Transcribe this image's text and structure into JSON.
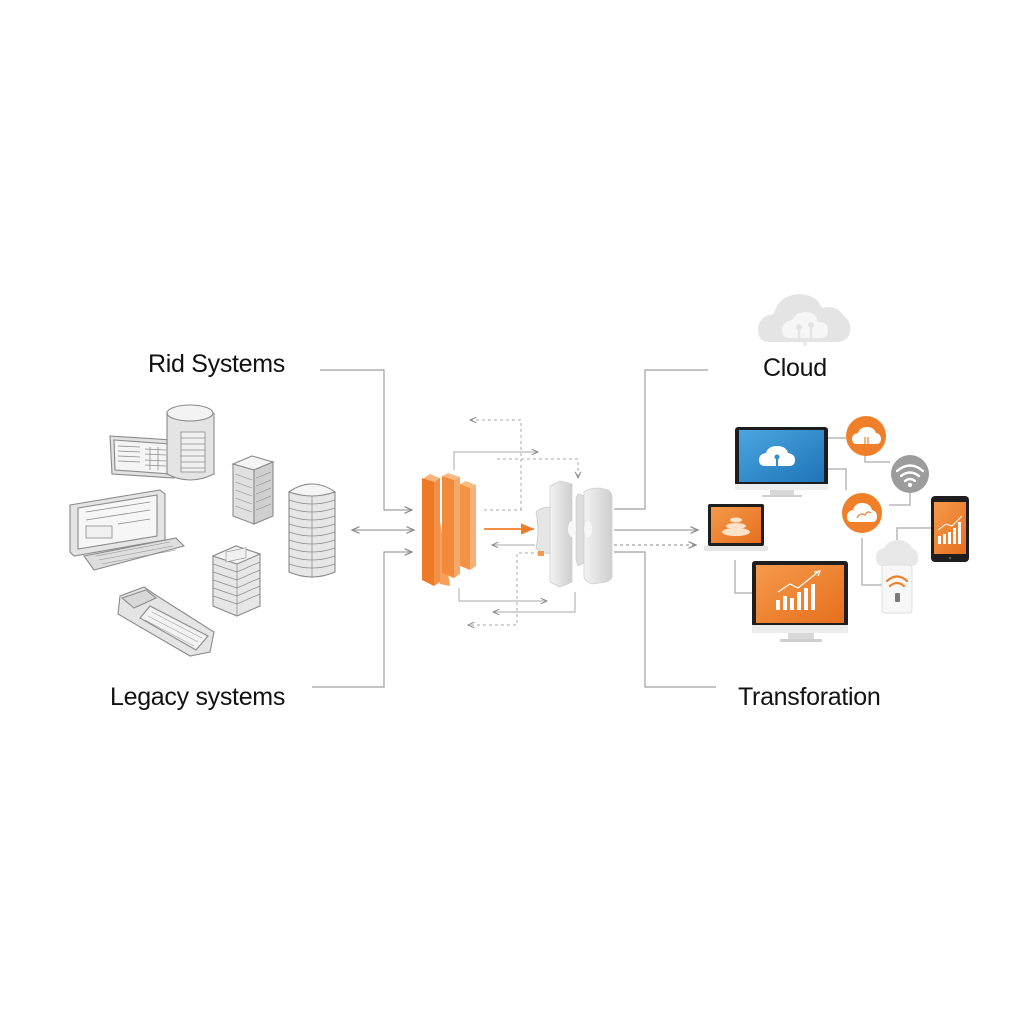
{
  "diagram": {
    "labels": {
      "top_left": "Rid Systems",
      "bottom_left": "Legacy systems",
      "top_right": "Cloud",
      "bottom_right": "Transforation"
    },
    "colors": {
      "accent_orange": "#f07f2a",
      "orange_light": "#f5a964",
      "screen_blue": "#2f8fd0",
      "gray_line": "#9a9a9a",
      "gray_device": "#d9d9d9",
      "text": "#111111"
    },
    "groups": {
      "left": {
        "name": "legacy-devices",
        "items": [
          "terminal-panel",
          "database-cylinder",
          "office-building",
          "desktop-terminal-keyboard",
          "server-tower",
          "stacked-server",
          "handheld-keypad"
        ]
      },
      "center": {
        "items": [
          "orange-layered-blocks",
          "gray-connector-block"
        ]
      },
      "right": {
        "name": "cloud-devices",
        "items": [
          "blue-monitor-cloud",
          "orange-cloud-badge-top",
          "wifi-badge",
          "orange-cloud-badge-mid",
          "laptop-layers",
          "tablet-chart",
          "cloud-router",
          "monitor-chart"
        ]
      }
    }
  }
}
